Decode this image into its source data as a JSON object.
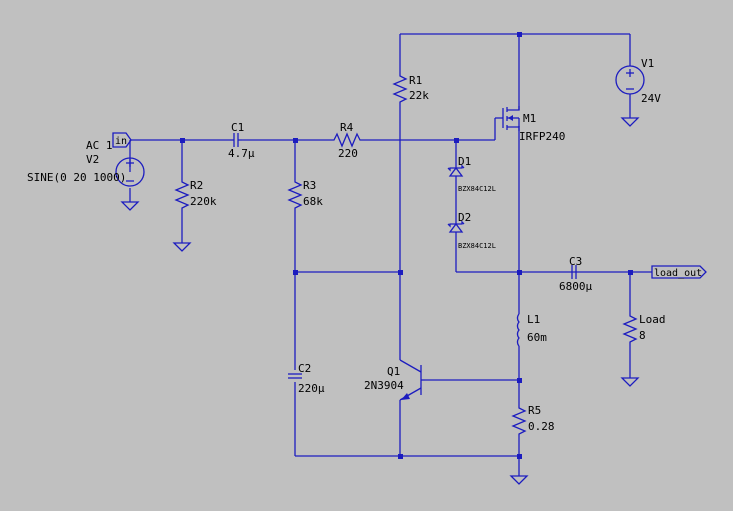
{
  "components": {
    "ac": {
      "line1": "AC 1",
      "name": "V2",
      "value": "SINE(0 20 1000)"
    },
    "v1": {
      "name": "V1",
      "value": "24V"
    },
    "r1": {
      "name": "R1",
      "value": "22k"
    },
    "r2": {
      "name": "R2",
      "value": "220k"
    },
    "r3": {
      "name": "R3",
      "value": "68k"
    },
    "r4": {
      "name": "R4",
      "value": "220"
    },
    "r5": {
      "name": "R5",
      "value": "0.28"
    },
    "c1": {
      "name": "C1",
      "value": "4.7µ"
    },
    "c2": {
      "name": "C2",
      "value": "220µ"
    },
    "c3": {
      "name": "C3",
      "value": "6800µ"
    },
    "m1": {
      "name": "M1",
      "value": "IRFP240"
    },
    "d1": {
      "name": "D1",
      "value": "BZX84C12L"
    },
    "d2": {
      "name": "D2",
      "value": "BZX84C12L"
    },
    "q1": {
      "name": "Q1",
      "value": "2N3904"
    },
    "l1": {
      "name": "L1",
      "value": "60m"
    },
    "load": {
      "name": "Load",
      "value": "8"
    }
  },
  "ports": {
    "in": "in",
    "out": "load_out"
  },
  "colors": {
    "background": "#c0c0c0",
    "wire": "#1c1cbf",
    "text": "#000000"
  }
}
